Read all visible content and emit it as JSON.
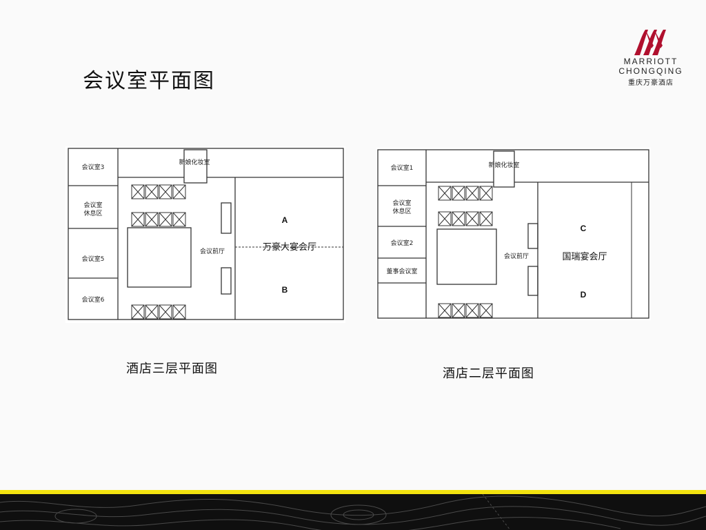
{
  "page": {
    "title": "会议室平面图"
  },
  "logo": {
    "brand_line1": "MARRIOTT",
    "brand_line2": "CHONGQING",
    "brand_cn": "重庆万豪酒店",
    "color": "#b0102e"
  },
  "floor3": {
    "caption": "酒店三层平面图",
    "labels": {
      "room3": "会议室3",
      "lounge_line1": "会议室",
      "lounge_line2": "休息区",
      "room5": "会议室5",
      "room6": "会议室6",
      "bridal": "新娘化妆室",
      "foyer": "会议前厅",
      "ballroom": "万豪大宴会厅",
      "section_a": "A",
      "section_b": "B"
    }
  },
  "floor2": {
    "caption": "酒店二层平面图",
    "labels": {
      "room1": "会议室1",
      "lounge_line1": "会议室",
      "lounge_line2": "休息区",
      "room2": "会议室2",
      "boardroom": "董事会议室",
      "bridal": "新娘化妆室",
      "foyer": "会议前厅",
      "ballroom": "国瑞宴会厅",
      "section_c": "C",
      "section_d": "D"
    }
  },
  "colors": {
    "stripe": "#f2e20f",
    "footer": "#0f0f0f",
    "line": "#333333"
  }
}
